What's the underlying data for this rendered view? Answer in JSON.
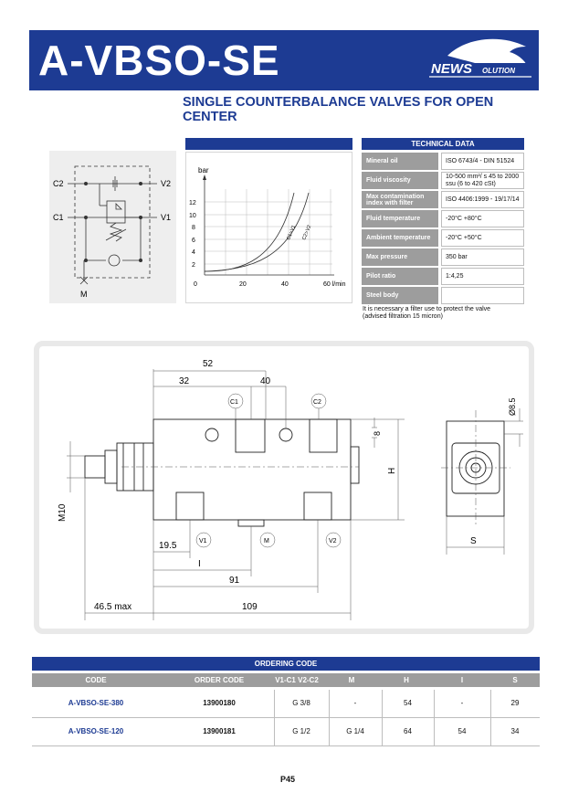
{
  "header": {
    "title": "A-VBSO-SE",
    "brand_primary": "NEWS",
    "brand_secondary": "OLUTION",
    "color": "#1d3b93"
  },
  "subtitle": "SINGLE COUNTERBALANCE VALVES FOR OPEN CENTER",
  "schematic": {
    "ports": {
      "c2": "C2",
      "v2": "V2",
      "c1": "C1",
      "v1": "V1",
      "m": "M"
    }
  },
  "graph": {
    "unit_y": "bar",
    "unit_x": "l/min",
    "y_ticks": [
      "12",
      "10",
      "8",
      "6",
      "4",
      "2"
    ],
    "x_ticks": [
      "0",
      "20",
      "40",
      "60 l/min"
    ],
    "curve_labels": [
      "C1>V1",
      "C2>V2"
    ]
  },
  "technical_data": {
    "title": "TECHNICAL DATA",
    "rows": [
      {
        "key": "Mineral oil",
        "value": "ISO 6743/4 - DIN 51524"
      },
      {
        "key": "Fluid viscosity",
        "value": "10-500 mm²/ s 45 to 2000 ssu (6 to 420 cSt)"
      },
      {
        "key": "Max contamination index with filter",
        "value": "ISO 4406:1999 - 19/17/14"
      },
      {
        "key": "Fluid temperature",
        "value": "-20°C +80°C"
      },
      {
        "key": "Ambient temperature",
        "value": "-20°C +50°C"
      },
      {
        "key": "Max pressure",
        "value": "350 bar"
      },
      {
        "key": "Pilot ratio",
        "value": "1:4,25"
      },
      {
        "key": "Steel body",
        "value": ""
      }
    ],
    "note_line1": "It is necessary a filter use to protect the valve",
    "note_line2": "(advised filtration 15 micron)"
  },
  "drawing": {
    "dims": {
      "d52": "52",
      "d32": "32",
      "d40": "40",
      "d8": "8",
      "h": "H",
      "d85": "Ø8.5",
      "m10": "M10",
      "d195": "19.5",
      "l": "I",
      "d91": "91",
      "d465": "46.5 max",
      "d109": "109",
      "s": "S"
    },
    "ports": {
      "c1": "C1",
      "c2": "C2",
      "v1": "V1",
      "m": "M",
      "v2": "V2"
    }
  },
  "ordering": {
    "title": "ORDERING CODE",
    "columns": [
      "CODE",
      "ORDER CODE",
      "V1-C1 V2-C2",
      "M",
      "H",
      "I",
      "S"
    ],
    "rows": [
      {
        "code": "A-VBSO-SE-380",
        "order_code": "13900180",
        "v": "G 3/8",
        "m": "-",
        "h": "54",
        "i": "-",
        "s": "29"
      },
      {
        "code": "A-VBSO-SE-120",
        "order_code": "13900181",
        "v": "G 1/2",
        "m": "G 1/4",
        "h": "64",
        "i": "54",
        "s": "34"
      }
    ]
  },
  "page_number": "P45"
}
